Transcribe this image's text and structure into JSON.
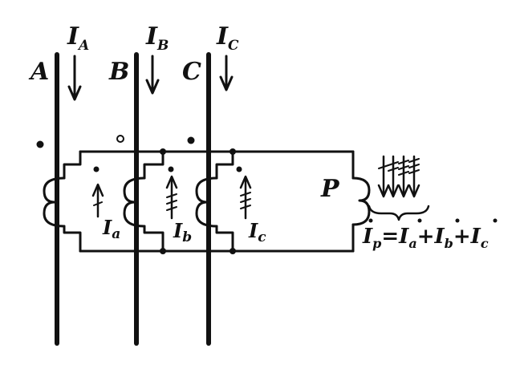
{
  "phases": {
    "A": {
      "name": "A",
      "current": "I",
      "current_sub": "A"
    },
    "B": {
      "name": "B",
      "current": "I",
      "current_sub": "B"
    },
    "C": {
      "name": "C",
      "current": "I",
      "current_sub": "C"
    }
  },
  "secondary": {
    "a": {
      "current": "I",
      "current_sub": "a"
    },
    "b": {
      "current": "I",
      "current_sub": "b"
    },
    "c": {
      "current": "I",
      "current_sub": "c"
    }
  },
  "relay": {
    "name": "P"
  },
  "equation": {
    "lhs": "I",
    "lhs_sub": "p",
    "equals": "=",
    "t1": "I",
    "t1_sub": "a",
    "plus1": "+",
    "t2": "I",
    "t2_sub": "b",
    "plus2": "+",
    "t3": "I",
    "t3_sub": "c"
  },
  "colors": {
    "ink": "#111111",
    "background": "#ffffff"
  }
}
